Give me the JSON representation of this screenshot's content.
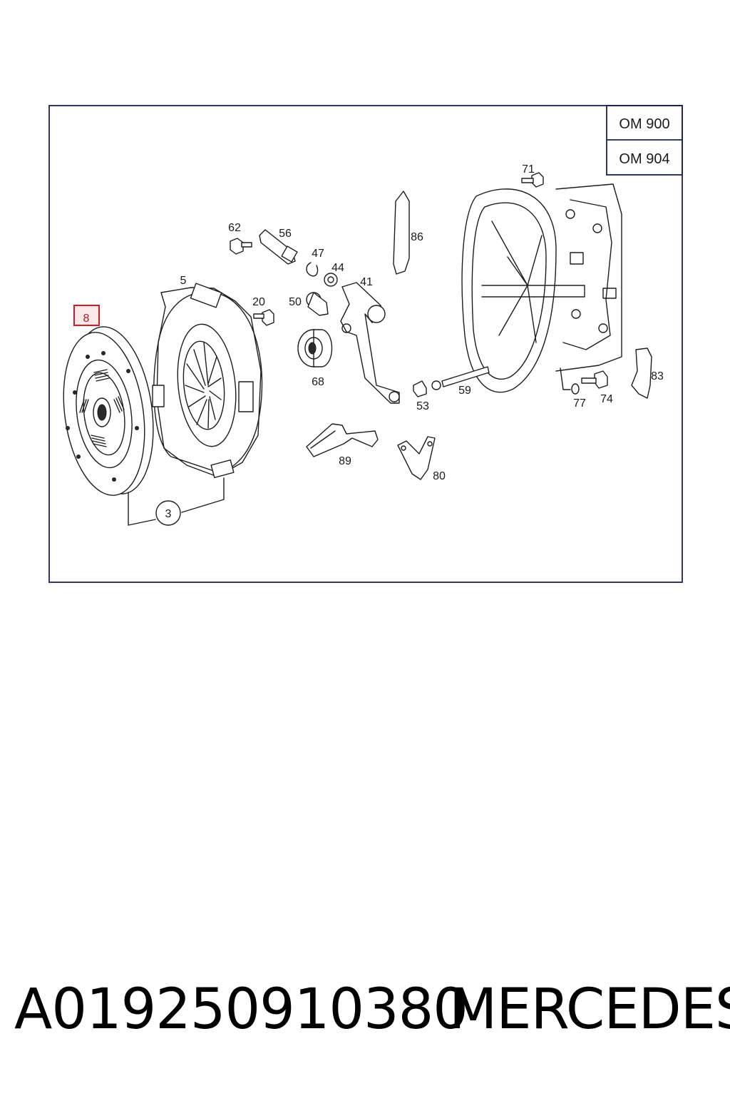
{
  "diagram": {
    "variant_table": [
      "OM 900",
      "OM 904"
    ],
    "highlighted_part": "8",
    "callouts": {
      "p3": "3",
      "p5": "5",
      "p8": "8",
      "p20": "20",
      "p41": "41",
      "p44": "44",
      "p47": "47",
      "p50": "50",
      "p53": "53",
      "p56": "56",
      "p59": "59",
      "p62": "62",
      "p68": "68",
      "p71": "71",
      "p74": "74",
      "p77": "77",
      "p80": "80",
      "p83": "83",
      "p86": "86",
      "p89": "89"
    }
  },
  "footer": {
    "part_number": "A019250910380",
    "brand": "MERCEDES"
  },
  "colors": {
    "highlight": "#d21b2a",
    "frame": "#1f1f55"
  }
}
